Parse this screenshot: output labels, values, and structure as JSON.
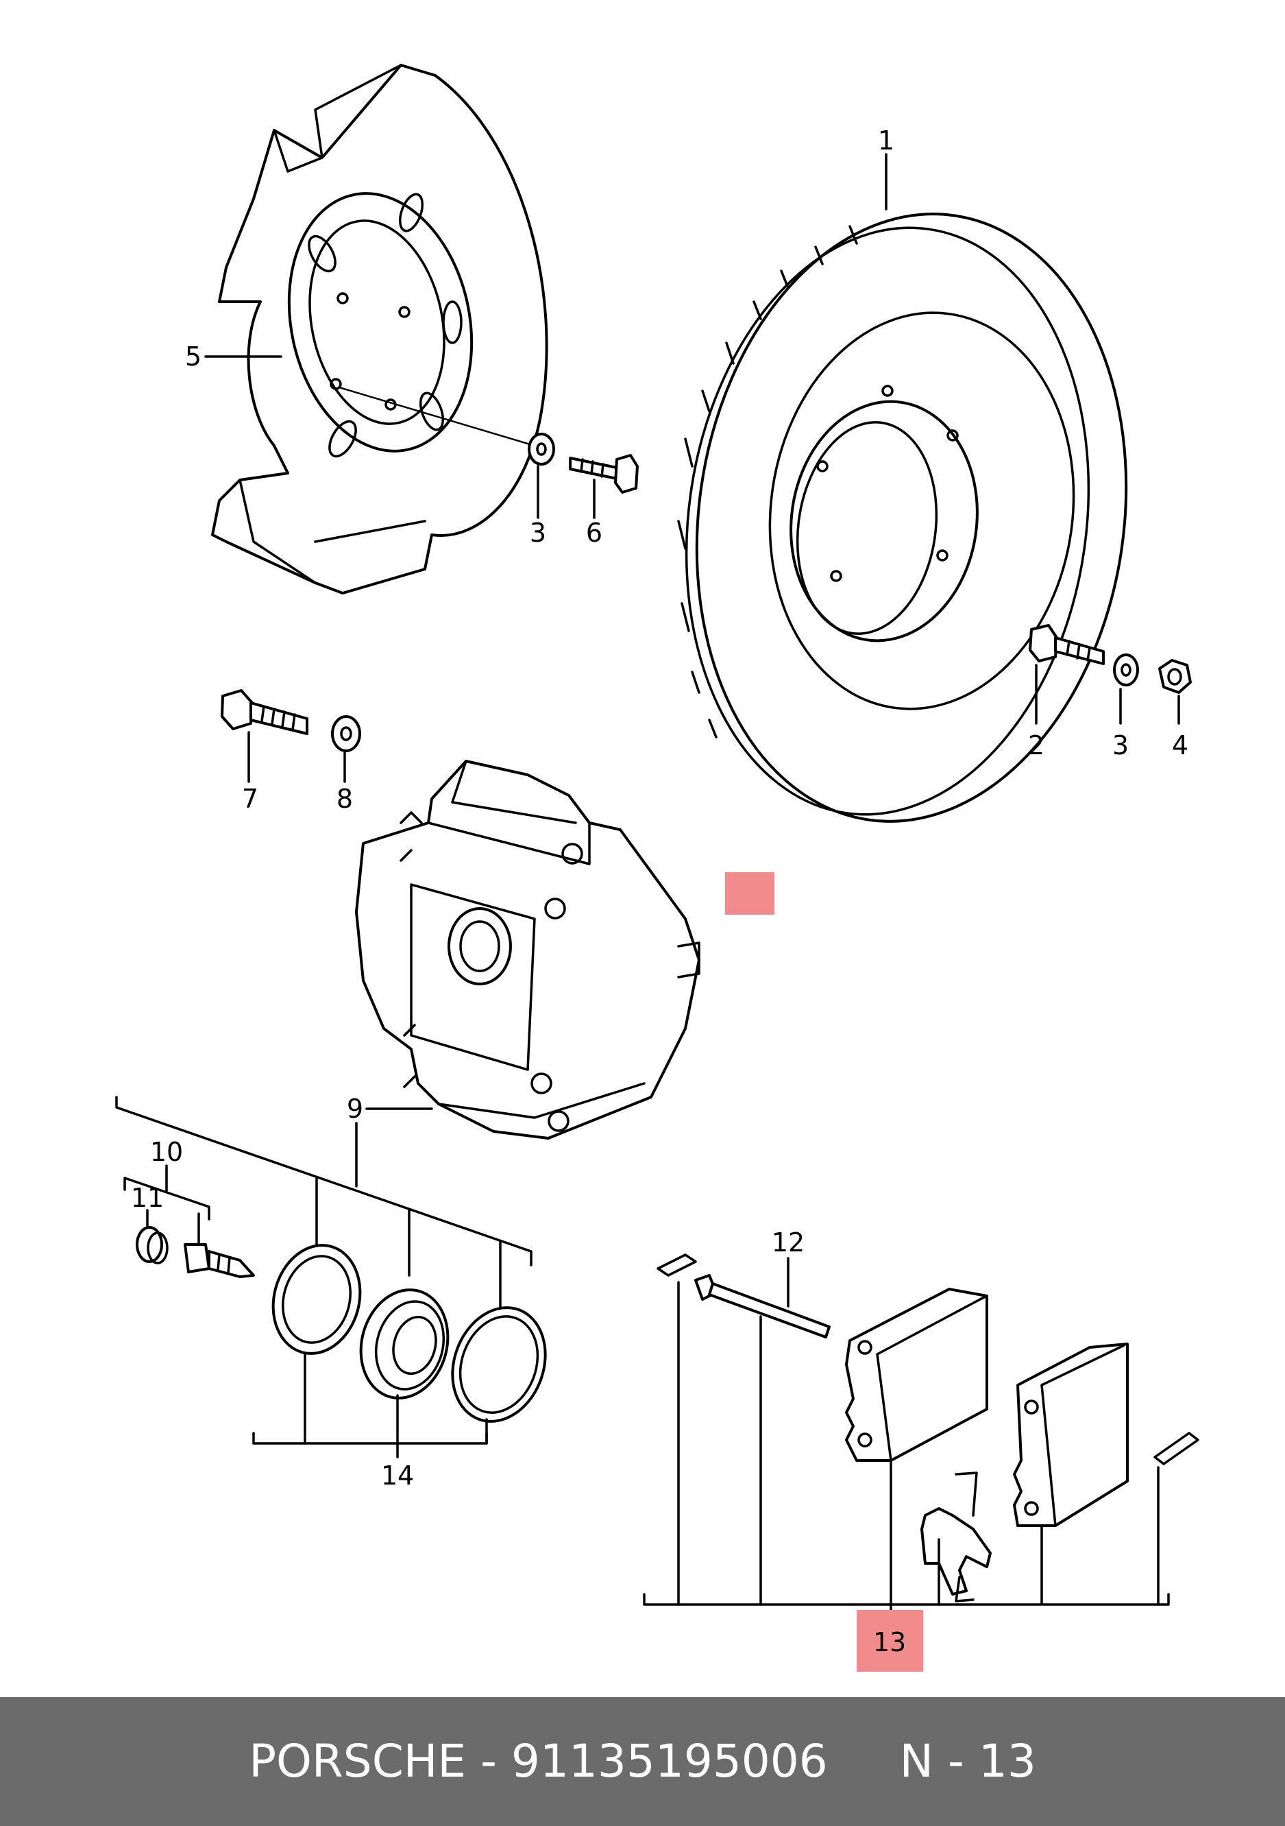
{
  "callouts": {
    "c1": "1",
    "c2": "2",
    "c3a": "3",
    "c3b": "3",
    "c4": "4",
    "c5": "5",
    "c6": "6",
    "c7": "7",
    "c8": "8",
    "c9": "9",
    "c10": "10",
    "c11": "11",
    "c12": "12",
    "c13": "13",
    "c14": "14"
  },
  "highlight": {
    "callout": "13",
    "color": "#f28b8b"
  },
  "footer": {
    "text": "PORSCHE - 91135195006     N - 13",
    "background": "#6b6b6b"
  }
}
